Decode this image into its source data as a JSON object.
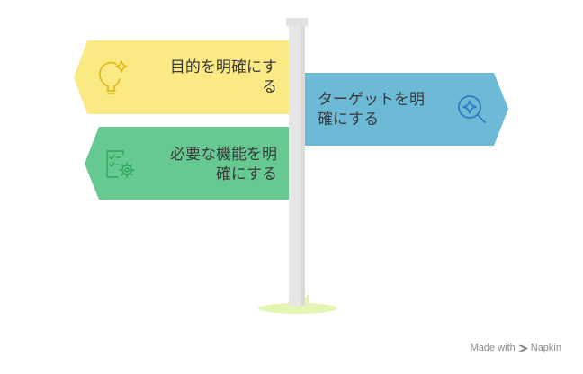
{
  "signs": [
    {
      "lines": [
        "目的を明確にす",
        "る"
      ],
      "icon": "lightbulb-sparkle-icon",
      "color": "#FBE983",
      "icon_color": "#D9B914",
      "direction": "left"
    },
    {
      "lines": [
        "ターゲットを明",
        "確にする"
      ],
      "icon": "magnifier-sparkle-icon",
      "color": "#6DBAD6",
      "icon_color": "#2F7CC4",
      "direction": "right"
    },
    {
      "lines": [
        "必要な機能を明",
        "確にする"
      ],
      "icon": "checklist-gear-icon",
      "color": "#67C992",
      "icon_color": "#2FA860",
      "direction": "left"
    }
  ],
  "credit": {
    "label": "Made with",
    "brand": "Napkin",
    "icon": "napkin-logo-icon"
  },
  "colors": {
    "pole": "#E6E6E6",
    "pole_cap": "#E2E2E2",
    "grass": "#E4F6B4",
    "text": "#3A3A3A"
  }
}
